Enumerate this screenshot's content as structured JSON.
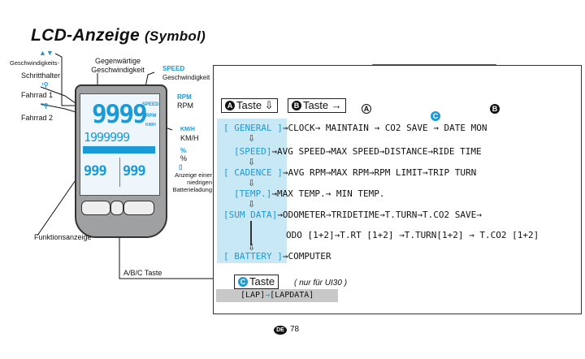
{
  "title": {
    "main": "LCD-Anzeige",
    "sub": "(Symbol)"
  },
  "device_labels": {
    "pacer_line1": "Geschwindigkeits-",
    "pacer_line2": "Schritthalter",
    "bike1": "Fahrrad 1",
    "bike2": "Fahrrad 2",
    "current_speed_line1": "Gegenwärtige",
    "current_speed_line2": "Geschwindigkeit",
    "speed_symbol": "SPEED",
    "speed_text": "Geschwindigkeit",
    "rpm_symbol": "RPM",
    "rpm_text": "RPM",
    "kmh_symbol": "KM/H",
    "kmh_text": "KM/H",
    "percent_symbol": "%",
    "percent_text": "%",
    "battery_line1": "Anzeige einer",
    "battery_line2": "niedrigen",
    "battery_line3": "Batterieladung",
    "function_display": "Funktionsanzeige",
    "abc_key": "A/B/C Taste"
  },
  "lcd": {
    "main_speed": "9999",
    "odometer": "1999999",
    "sub_left": "999",
    "sub_right": "999",
    "speed_tag": "SPEED",
    "rpm_tag": "RPM",
    "kmh_tag": "KM/H"
  },
  "keys": {
    "a_label": "A",
    "b_label": "B",
    "c_label": "C",
    "a_key_text": "Taste ⇩",
    "b_key_text": "Taste →",
    "c_key_text": "Taste",
    "c_note": "( nur für UI30 )"
  },
  "menu": [
    {
      "category": "[ GENERAL ]",
      "items": "→CLOCK→ MAINTAIN → CO2 SAVE → DATE MON"
    },
    {
      "category": "[SPEED]",
      "items": "→AVG SPEED→MAX SPEED→DISTANCE→RIDE TIME"
    },
    {
      "category": "[ CADENCE ]",
      "items": "→AVG RPM→MAX RPM→RPM LIMIT→TRIP TURN"
    },
    {
      "category": "[TEMP.]",
      "items": "→MAX TEMP.→ MIN TEMP."
    },
    {
      "category": "[SUM DATA]",
      "items": "→ODOMETER→TRIDETIME→T.TURN→T.CO2 SAVE→"
    },
    {
      "category": "",
      "items": "ODO [1+2]→T.RT [1+2] →T.TURN[1+2] → T.CO2 [1+2]"
    },
    {
      "category": "[ BATTERY ]",
      "items": "→COMPUTER"
    }
  ],
  "lap": {
    "from": "[LAP]",
    "arrow": "→",
    "to": "[LAPDATA]"
  },
  "footer": {
    "lang": "DE",
    "page": "78"
  }
}
